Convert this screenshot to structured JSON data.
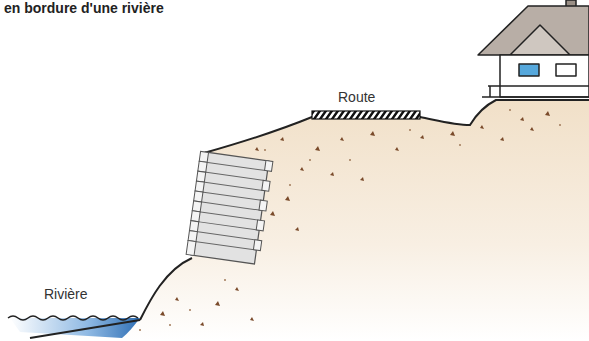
{
  "diagram": {
    "title": "en bordure d'une rivière",
    "labels": [
      "Route",
      "Rivière"
    ]
  }
}
